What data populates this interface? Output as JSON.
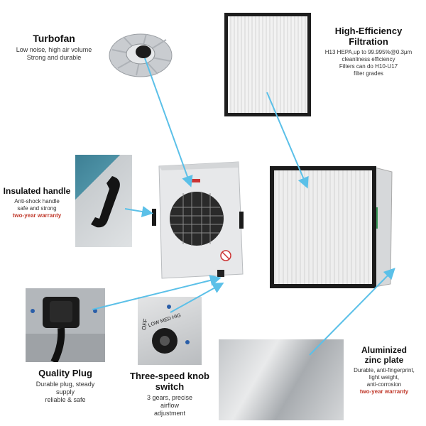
{
  "turbofan": {
    "title": "Turbofan",
    "line1": "Low noise, high air volume",
    "line2": "Strong and durable"
  },
  "filtration": {
    "title1": "High-Efficiency",
    "title2": "Filtration",
    "line1": "H13 HEPA,up to 99.995%@0.3μm",
    "line2": "cleanliness efficiency",
    "line3": "Filters can do H10-U17",
    "line4": "filter grades"
  },
  "handle": {
    "title": "Insulated handle",
    "line1": "Anti-shock handle",
    "line2": "safe and strong",
    "warranty": "two-year warranty"
  },
  "plug": {
    "title": "Quality Plug",
    "line1": "Durable plug, steady",
    "line2": "supply",
    "line3": "reliable & safe"
  },
  "knob": {
    "title1": "Three-speed knob",
    "title2": "switch",
    "line1": "3 gears, precise",
    "line2": "airflow",
    "line3": "adjustment",
    "label_off": "OFF",
    "label_speeds": "LOW MED HIG"
  },
  "zinc": {
    "title1": "Aluminized",
    "title2": "zinc plate",
    "line1": "Durable, anti-fingerprint,",
    "line2": "light weight,",
    "line3": "anti-corrosion",
    "warranty": "two-year warranty"
  },
  "colors": {
    "arrow": "#5bc0e8",
    "warranty": "#c0392b"
  }
}
